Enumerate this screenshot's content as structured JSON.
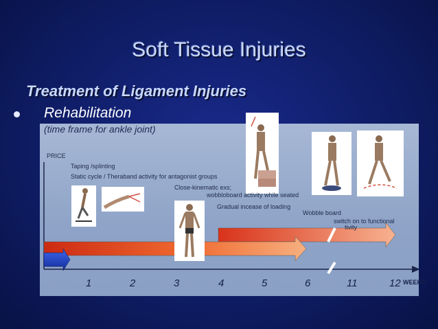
{
  "slide": {
    "title": "Soft Tissue Injuries",
    "subtitle": "Treatment of Ligament Injuries",
    "bullet": "Rehabilitation",
    "note": "(time frame for ankle joint)"
  },
  "timeline": {
    "labels": [
      "PRICE",
      "Taping /splinting",
      "Static cycle / Theraband activity for antagonist groups",
      "Close-kinematic exs;",
      "wobbloboard activity while seated",
      "Gradual incease of loading",
      "Wobble board",
      "switch on to functional",
      "tivity"
    ],
    "axis": [
      "1",
      "2",
      "3",
      "4",
      "5",
      "6",
      "11",
      "12"
    ],
    "axis_unit": "WEEKS"
  },
  "colors": {
    "arrow_blue": "#2244cc",
    "arrow_red": "#e0341a",
    "arrow_orange": "#f4a070"
  }
}
